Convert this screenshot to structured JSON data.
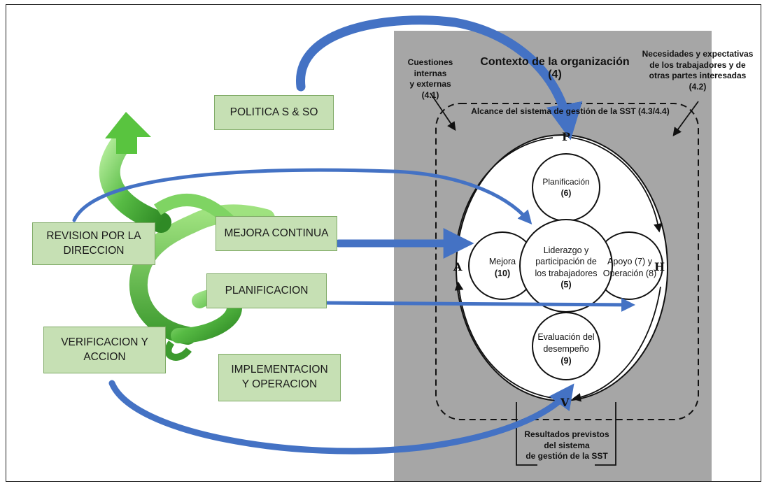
{
  "left_boxes": {
    "politica": "POLITICA S & SO",
    "revision": "REVISION POR LA DIRECCION",
    "mejora": "MEJORA CONTINUA",
    "planificacion": "PLANIFICACION",
    "verificacion": "VERIFICACION Y ACCION",
    "implementacion": "IMPLEMENTACION Y OPERACION"
  },
  "iso_model": {
    "context_title": "Contexto de la organización",
    "context_number": "(4)",
    "internal_external": {
      "line1": "Cuestiones internas",
      "line2": "y externas",
      "ref": "(4.1)"
    },
    "needs": {
      "line1": "Necesidades y expectativas",
      "line2": "de los trabajadores y de",
      "line3": "otras partes interesadas",
      "ref": "(4.2)"
    },
    "scope": "Alcance del sistema de gestión de la SST (4.3/4.4)",
    "cycle": {
      "p": "P",
      "h": "H",
      "v": "V",
      "a": "A"
    },
    "planificacion": {
      "label": "Planificación",
      "num": "(6)"
    },
    "liderazgo": {
      "line1": "Liderazgo y",
      "line2": "participación de",
      "line3": "los trabajadores",
      "num": "(5)"
    },
    "apoyo": {
      "line1": "Apoyo (7) y",
      "line2": "Operación (8)"
    },
    "mejora": {
      "label": "Mejora",
      "num": "(10)"
    },
    "evaluacion": {
      "line1": "Evaluación del",
      "line2": "desempeño",
      "num": "(9)"
    },
    "resultados": {
      "line1": "Resultados previstos",
      "line2": "del sistema",
      "line3": "de gestión de la SST"
    }
  },
  "colors": {
    "green_box": "#c6e0b4",
    "spiral": "#56b947",
    "blue_arrow": "#4472c4",
    "gray_panel": "#a6a6a6"
  }
}
